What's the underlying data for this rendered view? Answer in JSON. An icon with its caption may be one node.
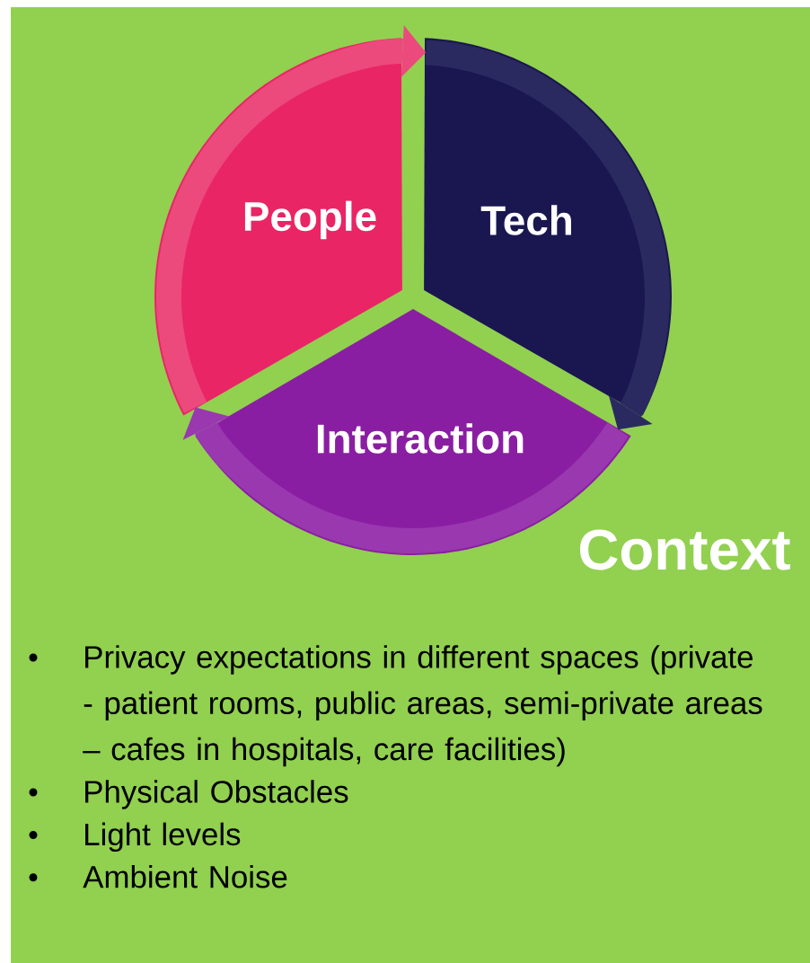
{
  "diagram": {
    "nodes": [
      {
        "text": [
          "People"
        ]
      },
      {
        "text": [
          "Tech"
        ]
      },
      {
        "text": [
          "Interaction"
        ]
      }
    ],
    "edges": [
      {
        "from": 0,
        "to": 1,
        "arrow": "to",
        "color": "#ec4a7c"
      },
      {
        "from": 1,
        "to": 2,
        "arrow": "to",
        "color": "#2b2a60"
      },
      {
        "from": 2,
        "to": 0,
        "arrow": "to",
        "color": "#9a38b0"
      }
    ],
    "labels": [
      "Context",
      "Privacy expectations in different spaces (private - patient rooms, public areas, semi-private areas – cafes in hospitals, care facilities)",
      "Physical Obstacles",
      "Light levels",
      "Ambient Noise"
    ]
  }
}
